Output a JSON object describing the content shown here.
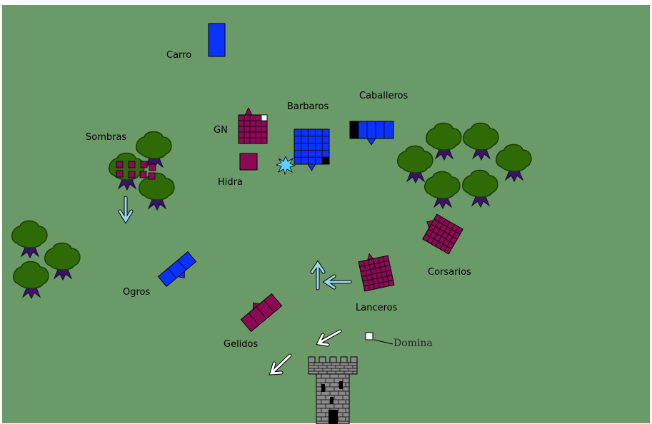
{
  "title": "",
  "colors": {
    "field": "#6a9a67",
    "blue_unit": "#0b33ff",
    "magenta_unit": "#8b0a55",
    "tree_canopy": "#2f6a06",
    "tree_trunk": "#3a1266",
    "move_arrow": "#9bd8f0",
    "white_arrow": "#ffffff",
    "tower_stone": "#8a8a8a"
  },
  "units": [
    {
      "id": "carro",
      "label": "Carro",
      "faction": "blue",
      "type": "single"
    },
    {
      "id": "gn",
      "label": "GN",
      "faction": "magenta",
      "type": "block"
    },
    {
      "id": "hidra",
      "label": "Hidra",
      "faction": "magenta",
      "type": "single"
    },
    {
      "id": "barbaros",
      "label": "Barbaros",
      "faction": "blue",
      "type": "block"
    },
    {
      "id": "caballeros",
      "label": "Caballeros",
      "faction": "blue",
      "type": "rank"
    },
    {
      "id": "sombras",
      "label": "Sombras",
      "faction": "magenta",
      "type": "skirmish"
    },
    {
      "id": "ogros",
      "label": "Ogros",
      "faction": "blue",
      "type": "rank"
    },
    {
      "id": "gelidos",
      "label": "Gelidos",
      "faction": "magenta",
      "type": "rank"
    },
    {
      "id": "lanceros",
      "label": "Lanceros",
      "faction": "magenta",
      "type": "block"
    },
    {
      "id": "corsarios",
      "label": "Corsarios",
      "faction": "magenta",
      "type": "block"
    }
  ],
  "markers": {
    "domina": {
      "label": "Domina"
    }
  },
  "terrain": {
    "woods": [
      "left-woods",
      "center-left-woods",
      "right-woods"
    ],
    "tower": "watchtower"
  },
  "icons": [
    "combat-burst-icon",
    "move-arrow-icon",
    "charge-arrow-icon",
    "tree-icon",
    "tower-icon"
  ]
}
